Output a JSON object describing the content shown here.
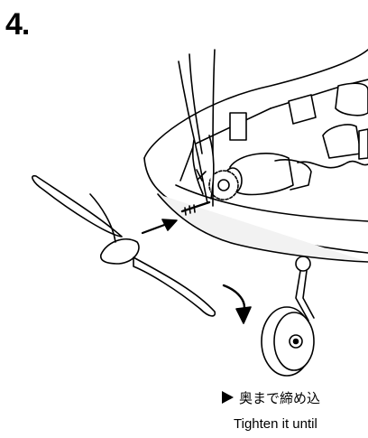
{
  "step": {
    "number": "4."
  },
  "caption": {
    "japanese": "奥まで締め込",
    "english": "Tighten it until"
  },
  "icons": {
    "bullet": "right-triangle-icon",
    "insert_arrow": "arrow-right-icon",
    "rotate_arrow": "curved-arrow-down-icon"
  }
}
